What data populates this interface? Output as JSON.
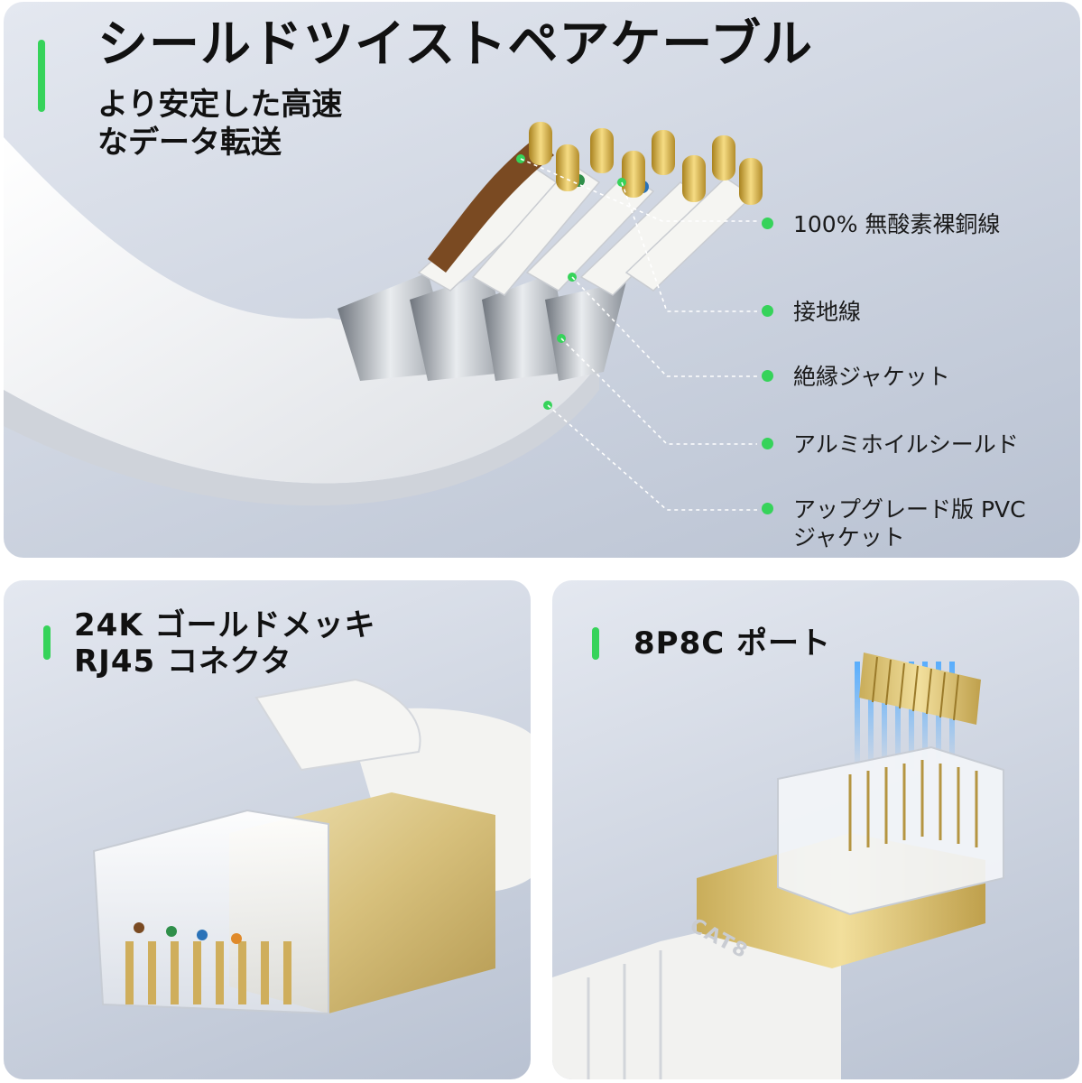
{
  "colors": {
    "accent_green": "#36d35a",
    "panel_light": "#e4e8f0",
    "panel_dark": "#b9c2d2",
    "gold": "#d6b25a",
    "cable_white": "#f7f7f5"
  },
  "top_panel": {
    "title": "シールドツイストペアケーブル",
    "subtitle_line1": "より安定した高速",
    "subtitle_line2": "なデータ転送",
    "callouts": [
      {
        "line1": "100% 無酸素裸銅線",
        "line2": ""
      },
      {
        "line1": "接地線",
        "line2": ""
      },
      {
        "line1": "絶縁ジャケット",
        "line2": ""
      },
      {
        "line1": "アルミホイルシールド",
        "line2": ""
      },
      {
        "line1": "アップグレード版 PVC",
        "line2": "ジャケット"
      }
    ]
  },
  "bottom_left_panel": {
    "title_line1": "24K ゴールドメッキ",
    "title_line2": "RJ45 コネクタ"
  },
  "bottom_right_panel": {
    "title": "8P8C ポート",
    "connector_marking": "CAT8"
  }
}
